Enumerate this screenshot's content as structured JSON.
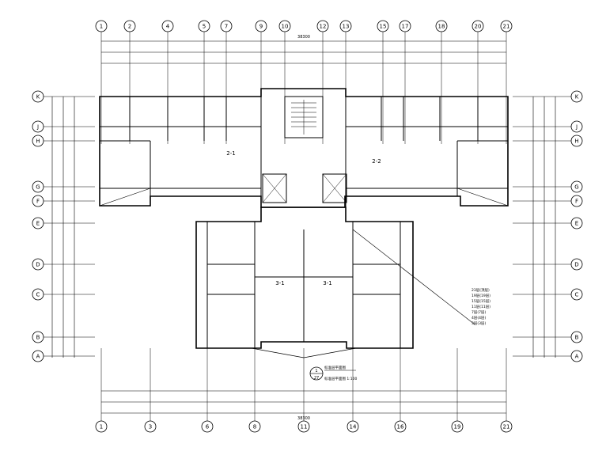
{
  "axes": {
    "top": [
      "1",
      "2",
      "4",
      "5",
      "7",
      "9",
      "10",
      "12",
      "13",
      "15",
      "17",
      "18",
      "20",
      "21"
    ],
    "bottom": [
      "1",
      "3",
      "6",
      "8",
      "11",
      "14",
      "16",
      "19",
      "21"
    ],
    "rows": [
      "K",
      "J",
      "H",
      "G",
      "F",
      "E",
      "D",
      "C",
      "B",
      "A"
    ]
  },
  "units": {
    "left_label": "2-1",
    "right_label": "2-2",
    "lower_left_label": "3-1",
    "lower_right_label": "3-1"
  },
  "title_block": {
    "number": "1",
    "sheet": "27",
    "caption_top": "标准层平面图",
    "caption_bottom": "标准层平面图 1:100"
  },
  "legend": [
    "23层(顶层)",
    "19层(19层)",
    "15层(15层)",
    "11层(11层)",
    "7层(7层)",
    "4层(4层)",
    "3层(3层)"
  ],
  "dims": {
    "top_overall": "38300",
    "bottom_overall": "38300"
  }
}
